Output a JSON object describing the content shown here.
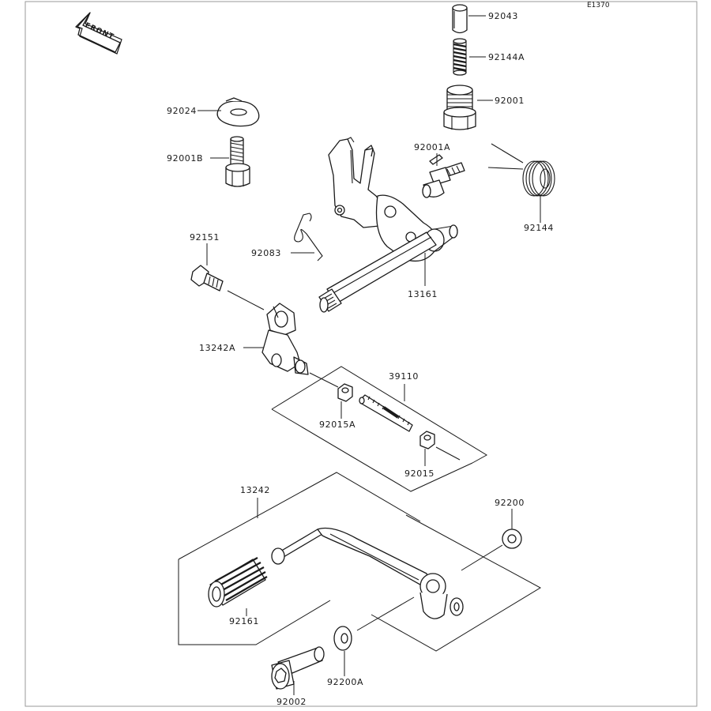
{
  "diagram_code": "E1370",
  "front_label": "FRONT",
  "parts": {
    "p92043": "92043",
    "p92144A": "92144A",
    "p92001": "92001",
    "p92024": "92024",
    "p92001B": "92001B",
    "p92001A": "92001A",
    "p92144": "92144",
    "p92151": "92151",
    "p92083": "92083",
    "p13161": "13161",
    "p13242A": "13242A",
    "p39110": "39110",
    "p92015A": "92015A",
    "p92015": "92015",
    "p13242": "13242",
    "p92200": "92200",
    "p92161": "92161",
    "p92002": "92002",
    "p92200A": "92200A"
  }
}
